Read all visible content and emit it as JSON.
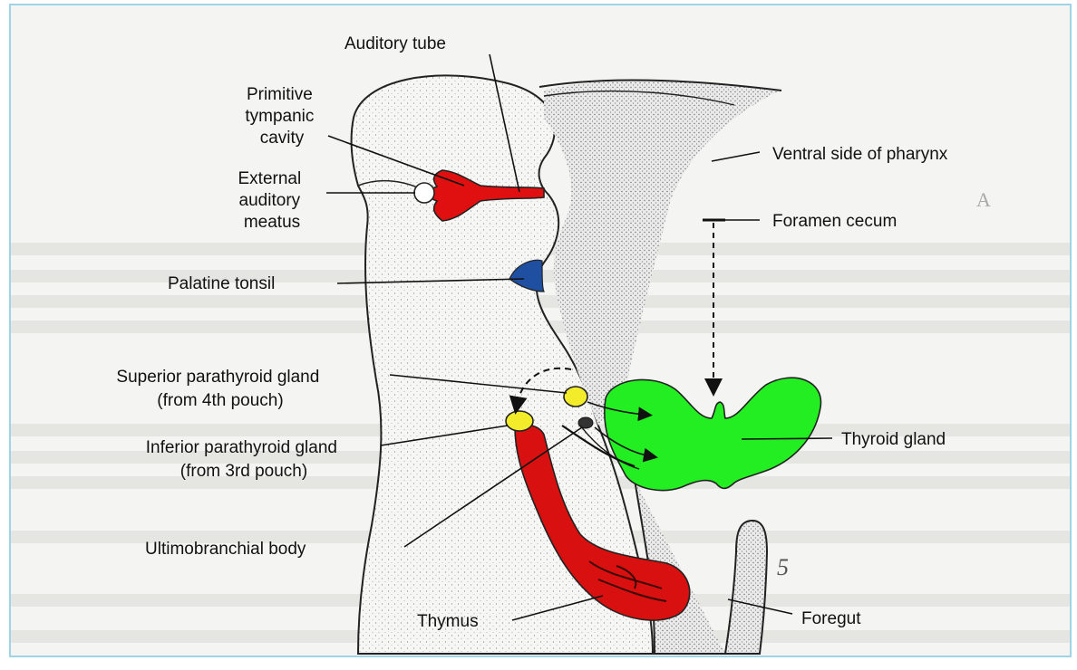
{
  "labels": {
    "auditory_tube": "Auditory tube",
    "primitive_tympanic_cavity": [
      "Primitive",
      "tympanic",
      "cavity"
    ],
    "external_auditory_meatus": [
      "External",
      "auditory",
      "meatus"
    ],
    "palatine_tonsil": "Palatine tonsil",
    "superior_parathyroid": [
      "Superior parathyroid gland",
      "(from 4th pouch)"
    ],
    "inferior_parathyroid": [
      "Inferior parathyroid gland",
      "(from 3rd pouch)"
    ],
    "ultimobranchial_body": "Ultimobranchial body",
    "thymus": "Thymus",
    "ventral_side_of_pharynx": "Ventral side of pharynx",
    "foramen_cecum": "Foramen cecum",
    "thyroid_gland": "Thyroid gland",
    "foregut": "Foregut",
    "background_mark": "5",
    "background_letter": "A"
  },
  "colors": {
    "tympanic_cavity": "#e01010",
    "palatine_tonsil": "#1f4fa0",
    "parathyroid": "#f2ec2a",
    "thymus": "#d81010",
    "thyroid": "#22ee22",
    "tissue": "#f7f7f5",
    "frame_border": "#9fd3e6"
  }
}
